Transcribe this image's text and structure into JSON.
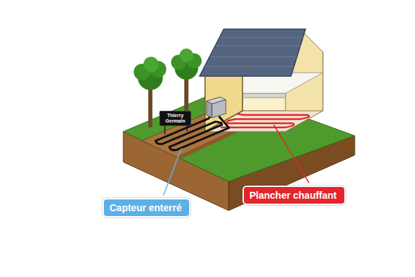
{
  "diagram": {
    "nodes": [
      {
        "text": [
          "Thierry Germain"
        ]
      },
      {
        "text": [
          "Plancher chauffant"
        ]
      },
      {
        "text": [
          "Capteur enterré"
        ]
      }
    ]
  }
}
